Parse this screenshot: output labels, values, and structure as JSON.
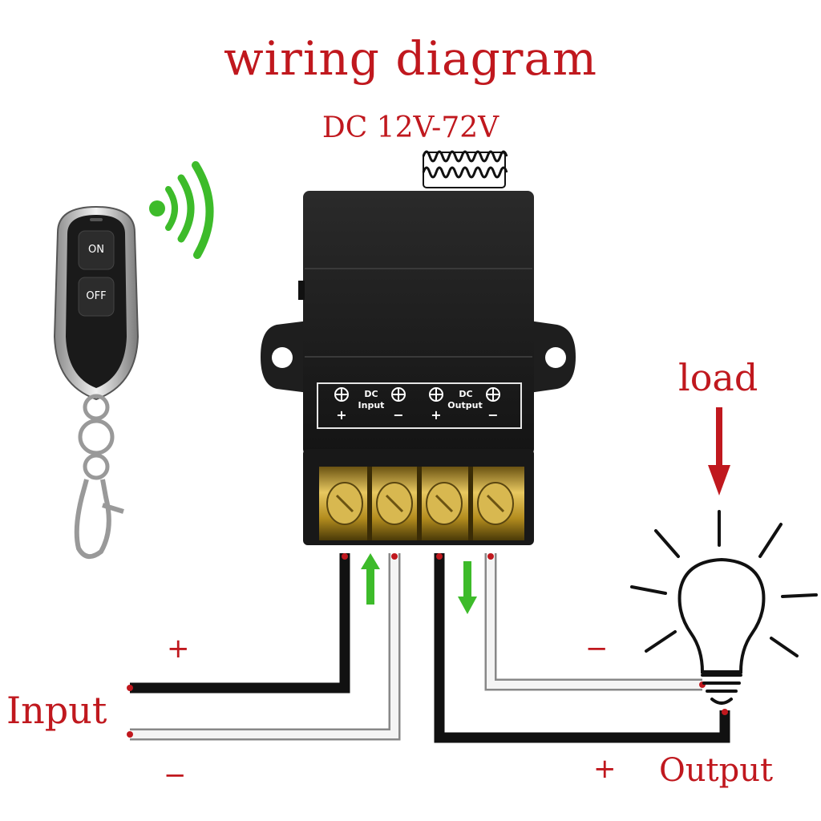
{
  "title": "wiring diagram",
  "subtitle": "DC 12V-72V",
  "remote": {
    "on_label": "ON",
    "off_label": "OFF"
  },
  "panel": {
    "input_dc": "DC",
    "input_label": "Input",
    "output_dc": "DC",
    "output_label": "Output",
    "plus": "+",
    "minus": "−"
  },
  "labels": {
    "load": "load",
    "input": "Input",
    "output": "Output",
    "input_plus": "+",
    "input_minus": "−",
    "output_plus": "+",
    "output_minus": "−"
  },
  "colors": {
    "accent_red": "#c0181e",
    "signal_green": "#3dbb2a",
    "device_black": "#1c1c1c",
    "terminal_brass": "#c9a227"
  }
}
